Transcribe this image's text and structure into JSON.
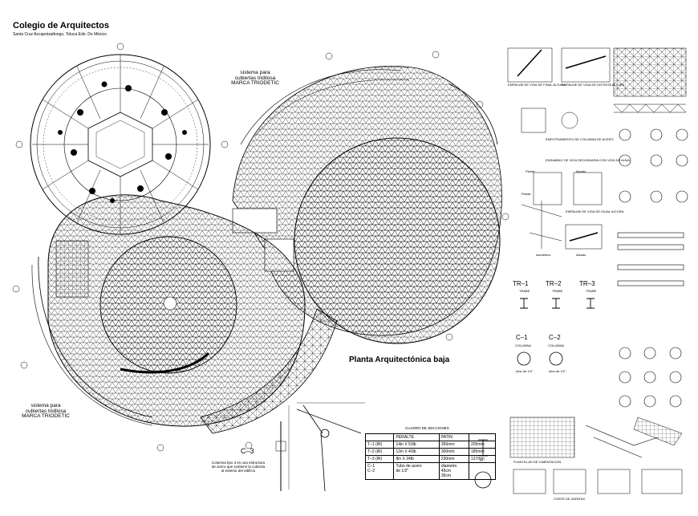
{
  "header": {
    "title": "Colegio de Arquitectos",
    "subtitle": "Santa Cruz Azcapotzaltongo, Toluca Edo. De México"
  },
  "notes": {
    "roof_system_top": [
      "sistema para",
      "cubiertas tridilosa",
      "MARCA TRIODETIC"
    ],
    "roof_system_left": [
      "sistema para",
      "cubiertas tridilosa",
      "MARCA TRIODETIC"
    ]
  },
  "plan_label": "Planta Arquitectónica baja",
  "column_detail": {
    "label": "C–3",
    "note": "Columna tipo 3 es una estructura de acero que sostiene la cubierta al exterior del edificio"
  },
  "truss_labels": [
    {
      "label": "TR–1",
      "sub": "TRABE"
    },
    {
      "label": "TR–2",
      "sub": "TRABE"
    },
    {
      "label": "TR–3",
      "sub": "TRABE"
    }
  ],
  "column_labels": [
    {
      "label": "C–1",
      "sub": "COLUMNA",
      "foot": "tubo de 1/2\""
    },
    {
      "label": "C–2",
      "sub": "COLUMNA",
      "foot": "tubo de 1/2\""
    }
  ],
  "detail_captions": {
    "d1": "EMPALME DE VIGA DE FINAL ALTURA",
    "d2": "EMPALME DE VIGA DE DISTINTA ALTURA",
    "d3": "EMPOTRAMIENTO DE COLUMNA DE ACERO",
    "d4": "ENSAMBLE DE VIGA SECUNDARIA CON VIGA DE ALMA",
    "d5": "EMPALME DE VIGA DE IGUAL ALTURA",
    "plant_a": "Planta",
    "plant_b": "Planta",
    "plant_c": "Isometrico",
    "alzado_a": "Alzado",
    "alzado_b": "Alzado",
    "cimentacion": "PLANTILLAS DE CIMENTACION",
    "zapatas": "CORTE DE ZAPATAS"
  },
  "sections_table": {
    "title": "CUADRO DE SECCIONES",
    "headers": [
      "",
      "PERALTE",
      "PATIN",
      ""
    ],
    "rows": [
      [
        "T–1 (IR)",
        "14in X 53lb",
        "356mm",
        "205mm"
      ],
      [
        "T–2 (IR)",
        "12in X 40lb",
        "300mm",
        "185mm"
      ],
      [
        "T–3 (IR)",
        "8in X 24lb",
        "230mm",
        "127mm"
      ]
    ],
    "columns": [
      [
        "C–1",
        "Tubo de acero"
      ],
      [
        "C–2",
        "de 1/2\""
      ]
    ],
    "diam_label": "diametro",
    "diam_values": [
      "45cm",
      "35cm"
    ],
    "ir_label": "IR"
  },
  "colors": {
    "line": "#000000",
    "background": "#ffffff"
  }
}
